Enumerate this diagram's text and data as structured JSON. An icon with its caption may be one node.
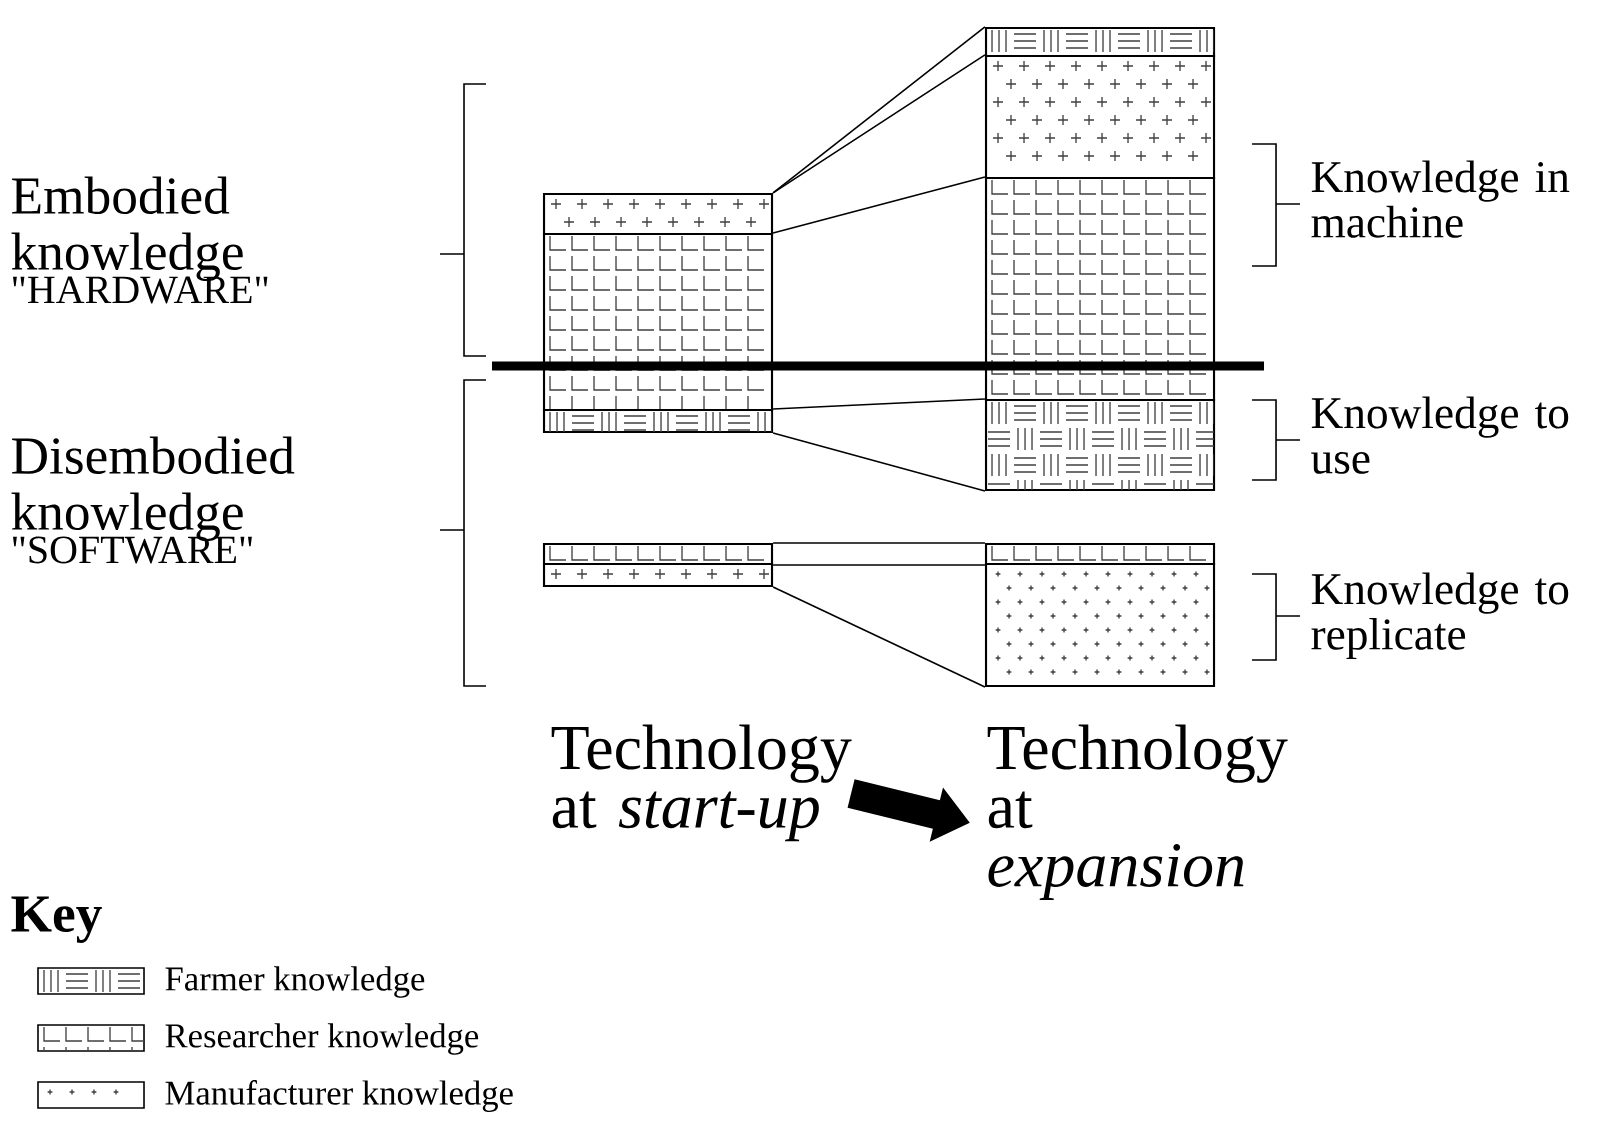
{
  "diagram": {
    "nodes": [
      {
        "text": [],
        "shape": "box"
      },
      {
        "text": [],
        "shape": "box"
      },
      {
        "text": [],
        "shape": "box"
      },
      {
        "text": [],
        "shape": "box"
      },
      {
        "text": [],
        "shape": "box"
      },
      {
        "text": [],
        "shape": "box"
      },
      {
        "text": [],
        "shape": "box"
      },
      {
        "text": [],
        "shape": "box"
      },
      {
        "text": [],
        "shape": "box"
      },
      {
        "text": [],
        "shape": "box"
      },
      {
        "text": [],
        "shape": "box"
      },
      {
        "text": [
          "Technology at *start-up*"
        ]
      },
      {
        "text": [
          "Technology at *expansion*"
        ]
      }
    ],
    "edges": [
      {
        "from": 0,
        "to": 5,
        "arrow": "none"
      },
      {
        "from": 0,
        "to": 6,
        "arrow": "none"
      },
      {
        "from": 1,
        "to": 7,
        "arrow": "none"
      },
      {
        "from": 2,
        "to": 8,
        "arrow": "none"
      },
      {
        "from": 2,
        "to": 8,
        "arrow": "none"
      },
      {
        "from": 3,
        "to": 9,
        "arrow": "none"
      },
      {
        "from": 3,
        "to": 9,
        "arrow": "none"
      },
      {
        "from": 4,
        "to": 10,
        "arrow": "none"
      },
      {
        "from": 11,
        "to": 12,
        "arrow": "to",
        "style": "thick"
      }
    ],
    "labels": [
      "Embodied knowledge",
      "\"HARDWARE\"",
      "Disembodied knowledge",
      "\"SOFTWARE\"",
      "Knowledge in machine",
      "Knowledge to use",
      "Knowledge to replicate",
      "Key"
    ],
    "legend": [
      {
        "text": "Farmer knowledge"
      },
      {
        "text": "Researcher knowledge"
      },
      {
        "text": "Manufacturer knowledge"
      }
    ]
  }
}
